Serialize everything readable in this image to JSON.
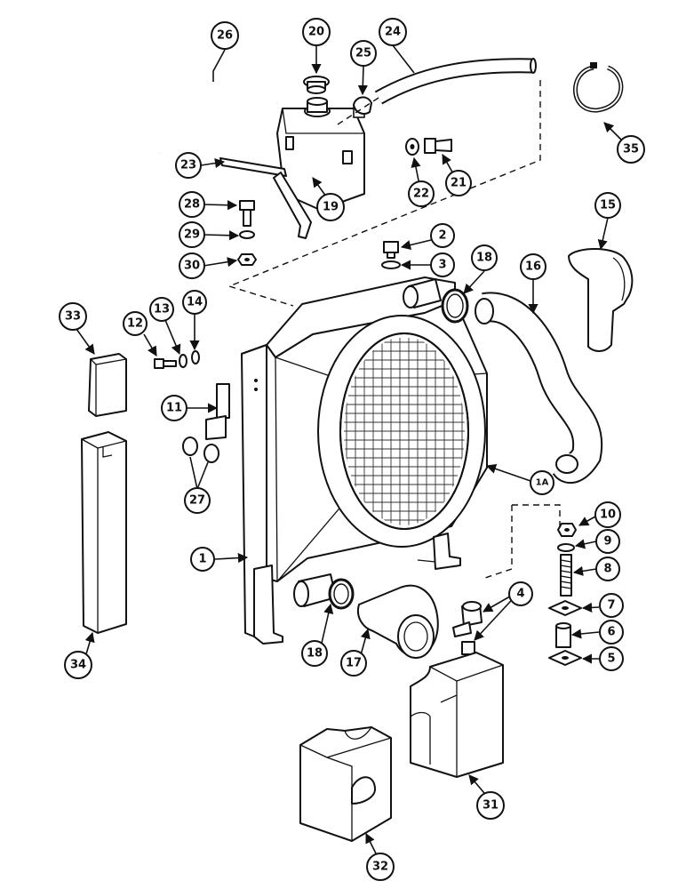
{
  "diagram": {
    "callouts": [
      {
        "id": "c26",
        "label": "26"
      },
      {
        "id": "c20",
        "label": "20"
      },
      {
        "id": "c25",
        "label": "25"
      },
      {
        "id": "c24",
        "label": "24"
      },
      {
        "id": "c35",
        "label": "35"
      },
      {
        "id": "c23",
        "label": "23"
      },
      {
        "id": "c19",
        "label": "19"
      },
      {
        "id": "c22",
        "label": "22"
      },
      {
        "id": "c21",
        "label": "21"
      },
      {
        "id": "c28",
        "label": "28"
      },
      {
        "id": "c29",
        "label": "29"
      },
      {
        "id": "c30",
        "label": "30"
      },
      {
        "id": "c2",
        "label": "2"
      },
      {
        "id": "c3",
        "label": "3"
      },
      {
        "id": "c18a",
        "label": "18"
      },
      {
        "id": "c16",
        "label": "16"
      },
      {
        "id": "c15",
        "label": "15"
      },
      {
        "id": "c33",
        "label": "33"
      },
      {
        "id": "c12",
        "label": "12"
      },
      {
        "id": "c13",
        "label": "13"
      },
      {
        "id": "c14",
        "label": "14"
      },
      {
        "id": "c11",
        "label": "11"
      },
      {
        "id": "c27",
        "label": "27"
      },
      {
        "id": "c1A",
        "label": "1A"
      },
      {
        "id": "c10",
        "label": "10"
      },
      {
        "id": "c9",
        "label": "9"
      },
      {
        "id": "c8",
        "label": "8"
      },
      {
        "id": "c1",
        "label": "1"
      },
      {
        "id": "c4",
        "label": "4"
      },
      {
        "id": "c7",
        "label": "7"
      },
      {
        "id": "c6",
        "label": "6"
      },
      {
        "id": "c5",
        "label": "5"
      },
      {
        "id": "c34",
        "label": "34"
      },
      {
        "id": "c18b",
        "label": "18"
      },
      {
        "id": "c17",
        "label": "17"
      },
      {
        "id": "c31",
        "label": "31"
      },
      {
        "id": "c32",
        "label": "32"
      }
    ]
  }
}
